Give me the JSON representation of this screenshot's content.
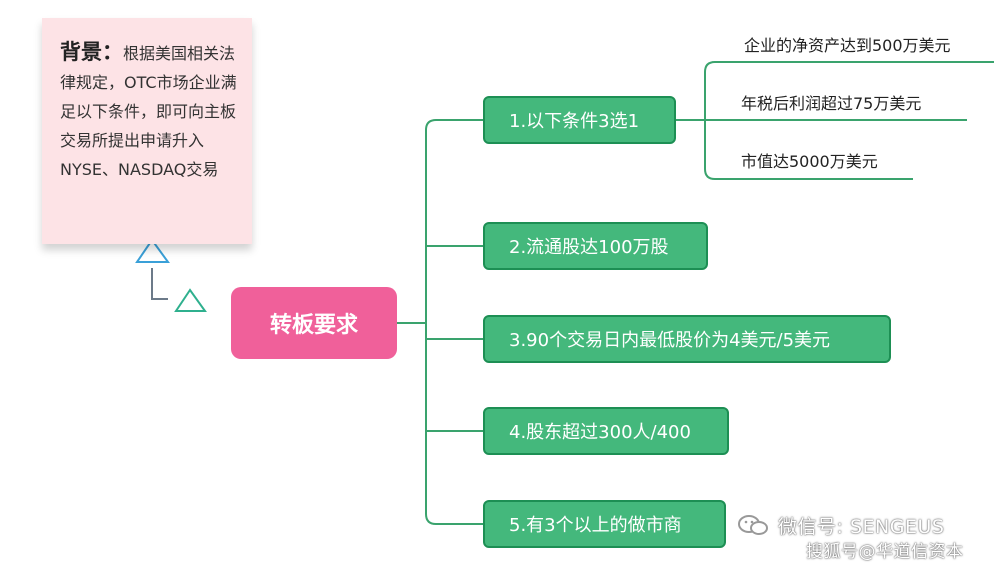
{
  "note": {
    "title": "背景：",
    "body": "根据美国相关法律规定，OTC市场企业满足以下条件，即可向主板交易所提出申请升入NYSE、NASDAQ交易"
  },
  "root": {
    "label": "转板要求"
  },
  "branches": [
    {
      "label": "1.以下条件3选1"
    },
    {
      "label": "2.流通股达100万股"
    },
    {
      "label": "3.90个交易日内最低股价为4美元/5美元"
    },
    {
      "label": "4.股东超过300人/400"
    },
    {
      "label": "5.有3个以上的做市商"
    }
  ],
  "sub_conditions": [
    {
      "label": "企业的净资产达到500万美元"
    },
    {
      "label": "年税后利润超过75万美元"
    },
    {
      "label": "市值达5000万美元"
    }
  ],
  "watermark": {
    "line1": "微信号: SENGEUS",
    "line2": "搜狐号@华道信资本",
    "icon": "wechat-icon"
  },
  "colors": {
    "root": "#f0609a",
    "branch": "#44b87c",
    "connector": "#3aa36d",
    "note": "#fde3e6",
    "triangle_blue": "#3aa0d8",
    "triangle_green": "#2fb08e"
  }
}
